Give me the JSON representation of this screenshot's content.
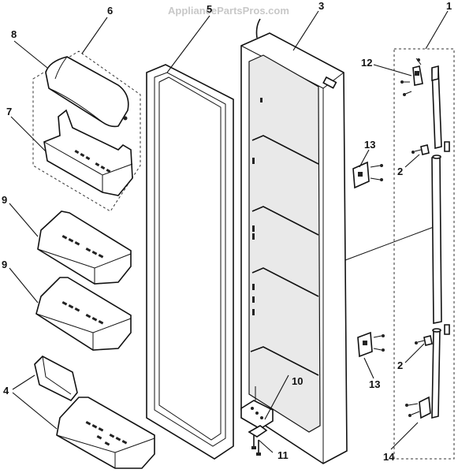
{
  "watermark": "AppliancePartsPros.com",
  "callouts": {
    "c1": "1",
    "c2a": "2",
    "c2b": "2",
    "c3": "3",
    "c4": "4",
    "c5": "5",
    "c6": "6",
    "c7": "7",
    "c8": "8",
    "c9a": "9",
    "c9b": "9",
    "c10": "10",
    "c11": "11",
    "c12": "12",
    "c13a": "13",
    "c13b": "13",
    "c14": "14"
  }
}
